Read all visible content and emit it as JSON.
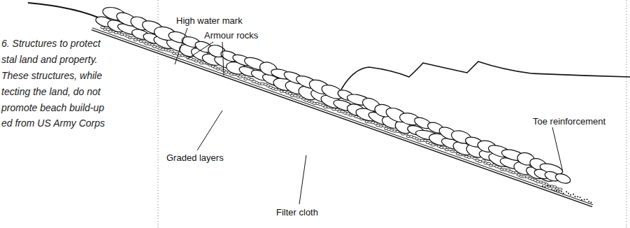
{
  "diagram": {
    "labels": [
      "6. Structures to protect",
      "stal land and property.",
      "These structures, while",
      "tecting the land, do not",
      "promote beach build-up",
      "ed from US Army Corps",
      "High water mark",
      "Armour rocks",
      "Graded layers",
      "Filter cloth",
      "Toe reinforcement"
    ]
  }
}
